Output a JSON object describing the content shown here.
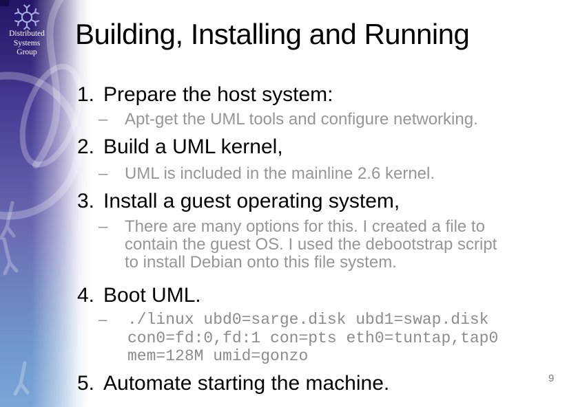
{
  "sidebar": {
    "logo_icon": "snowflake-molecule",
    "logo_lines": [
      "Distributed",
      "Systems",
      "Group"
    ]
  },
  "slide": {
    "title": "Building, Installing and Running",
    "page_number": "9",
    "items": [
      {
        "number": "1.",
        "text": "Prepare the host system:"
      },
      {
        "number": "2.",
        "text": "Build a UML kernel,"
      },
      {
        "number": "3.",
        "text": "Install a guest operating system,"
      },
      {
        "number": "4.",
        "text": "Boot UML."
      },
      {
        "number": "5.",
        "text": "Automate starting the machine."
      }
    ],
    "bullets": [
      {
        "dash": "–",
        "lines": [
          "Apt-get the UML tools and configure networking."
        ]
      },
      {
        "dash": "–",
        "lines": [
          "UML is included in the mainline 2.6 kernel."
        ]
      },
      {
        "dash": "–",
        "lines": [
          "There are many options for this. I created a file to",
          "contain the guest OS. I used the debootstrap script",
          "to install Debian onto this file system."
        ]
      },
      {
        "dash": "–",
        "lines": [
          "./linux ubd0=sarge.disk ubd1=swap.disk",
          "con0=fd:0,fd:1 con=pts eth0=tuntap,tap0",
          "mem=128M umid=gonzo"
        ]
      }
    ],
    "colors": {
      "sidebar_top": "#231566",
      "sidebar_bottom": "#7aa5d6",
      "bullet_gray": "#969696",
      "text_black": "#000000"
    }
  }
}
